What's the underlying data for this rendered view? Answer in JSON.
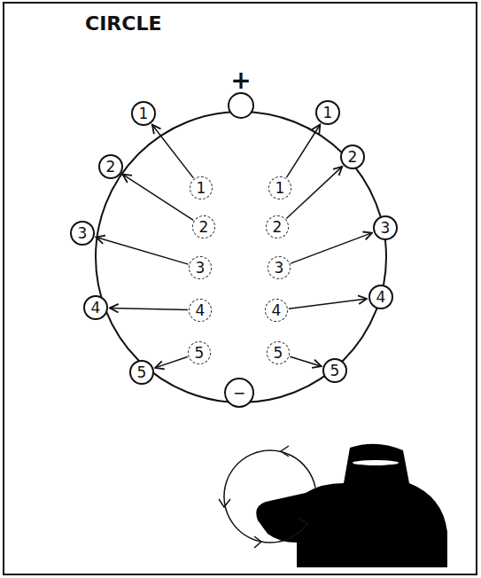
{
  "diagram": {
    "title": "CIRCLE",
    "nodes": [
      {
        "text": [
          "+"
        ]
      },
      {
        "text": [
          "1"
        ]
      },
      {
        "text": [
          "2"
        ]
      },
      {
        "text": [
          "3"
        ]
      },
      {
        "text": [
          "4"
        ]
      },
      {
        "text": [
          "5"
        ]
      },
      {
        "text": [
          "1"
        ]
      },
      {
        "text": [
          "2"
        ]
      },
      {
        "text": [
          "3"
        ]
      },
      {
        "text": [
          "4"
        ]
      },
      {
        "text": [
          "5"
        ]
      },
      {
        "text": [
          "1"
        ]
      },
      {
        "text": [
          "2"
        ]
      },
      {
        "text": [
          "3"
        ]
      },
      {
        "text": [
          "4"
        ]
      },
      {
        "text": [
          "5"
        ]
      },
      {
        "text": [
          "1"
        ]
      },
      {
        "text": [
          "2"
        ]
      },
      {
        "text": [
          "3"
        ]
      },
      {
        "text": [
          "4"
        ]
      },
      {
        "text": [
          "5"
        ]
      },
      {
        "text": [
          "−"
        ]
      }
    ],
    "edges": [
      {
        "from": 11,
        "to": 1,
        "arrow": "to"
      },
      {
        "from": 12,
        "to": 2,
        "arrow": "to"
      },
      {
        "from": 13,
        "to": 3,
        "arrow": "to"
      },
      {
        "from": 14,
        "to": 4,
        "arrow": "to"
      },
      {
        "from": 15,
        "to": 5,
        "arrow": "to"
      },
      {
        "from": 16,
        "to": 6,
        "arrow": "to"
      },
      {
        "from": 17,
        "to": 7,
        "arrow": "to"
      },
      {
        "from": 18,
        "to": 8,
        "arrow": "to"
      },
      {
        "from": 19,
        "to": 9,
        "arrow": "to"
      },
      {
        "from": 20,
        "to": 10,
        "arrow": "to"
      }
    ]
  }
}
